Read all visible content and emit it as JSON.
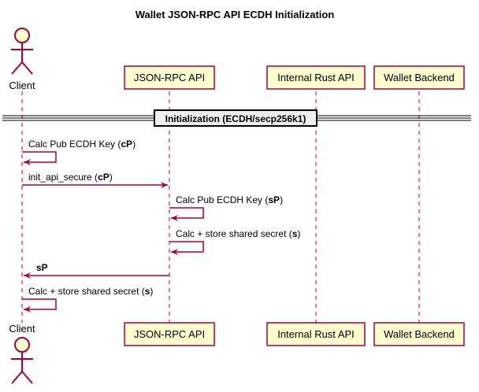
{
  "title": "Wallet JSON-RPC API ECDH Initialization",
  "participants": {
    "client": "Client",
    "jsonrpc": "JSON-RPC API",
    "rust": "Internal Rust API",
    "backend": "Wallet Backend"
  },
  "divider": "Initialization (ECDH/secp256k1)",
  "messages": {
    "m1": {
      "text": "Calc Pub ECDH Key (",
      "bold": "cP",
      "end": ")"
    },
    "m2": {
      "text": "init_api_secure (",
      "bold": "cP",
      "end": ")"
    },
    "m3": {
      "text": "Calc Pub ECDH Key (",
      "bold": "sP",
      "end": ")"
    },
    "m4": {
      "text": "Calc + store shared secret (",
      "bold": "s",
      "end": ")"
    },
    "m5": {
      "bold": "sP"
    },
    "m6": {
      "text": "Calc + store shared secret (",
      "bold": "s",
      "end": ")"
    }
  },
  "colors": {
    "box_fill": "#FEFECE",
    "line": "#A80036",
    "divider_fill": "#EEEEEE"
  }
}
